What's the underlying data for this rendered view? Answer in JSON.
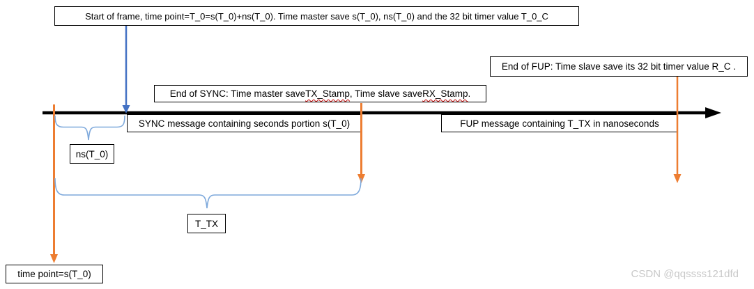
{
  "annotations": {
    "start_of_frame": "Start of frame, time point=T_0=s(T_0)+ns(T_0). Time master save s(T_0), ns(T_0) and the 32 bit timer value T_0_C",
    "end_of_fup": "End of FUP: Time slave save its 32 bit timer value R_C .",
    "end_of_sync": {
      "part1": "End of SYNC: Time master save ",
      "tx_stamp": "TX_Stamp",
      "part2": ", Time slave save ",
      "rx_stamp": "RX_Stamp",
      "part3": "."
    },
    "sync_message": "SYNC message containing seconds portion s(T_0)",
    "fup_message": "FUP message containing T_TX in nanoseconds",
    "ns_t0": "ns(T_0)",
    "t_tx": "T_TX",
    "time_point": "time point=s(T_0)"
  },
  "watermark": "CSDN @qqssss121dfd",
  "colors": {
    "timeline_black": "#000000",
    "marker_orange": "#ED7D31",
    "arrow_blue": "#4472C4",
    "brace_blue": "#7EA9DC",
    "spellcheck_red": "#C00000",
    "watermark_gray": "#C8C8C8"
  }
}
